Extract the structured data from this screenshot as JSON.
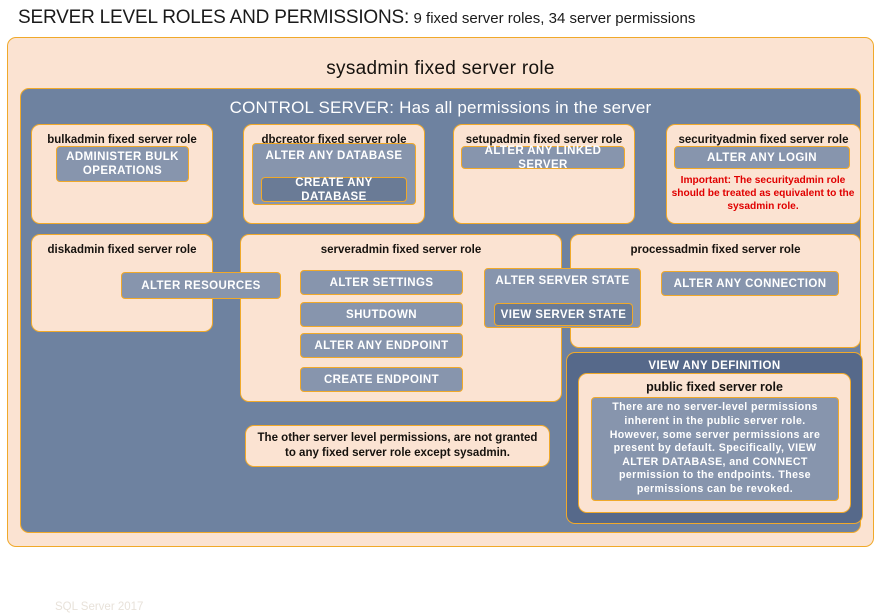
{
  "title": {
    "main": "SERVER LEVEL ROLES AND PERMISSIONS:",
    "sub": "9 fixed server roles, 34 server permissions"
  },
  "diagram": {
    "sysadmin_label": "sysadmin fixed server role",
    "control_server_label": "CONTROL SERVER: Has all permissions in the server",
    "sql_version": "SQL Server 2017",
    "other_permissions_note": "The other server level permissions, are not granted to any fixed server role except sysadmin.",
    "roles": {
      "bulkadmin": {
        "label": "bulkadmin fixed server role",
        "permissions": [
          "ADMINISTER  BULK OPERATIONS"
        ]
      },
      "dbcreator": {
        "label": "dbcreator fixed server role",
        "permission_outer": "ALTER ANY DATABASE",
        "permission_inner": "CREATE  ANY DATABASE"
      },
      "setupadmin": {
        "label": "setupadmin fixed server role",
        "permission": "ALTER ANY LINKED SERVER"
      },
      "securityadmin": {
        "label": "securityadmin fixed server role",
        "permission": "ALTER ANY LOGIN",
        "note": "Important: The securityadmin role should be treated as equivalent to the sysadmin role.",
        "note_color": "#e00000"
      },
      "diskadmin": {
        "label": "diskadmin fixed server role",
        "permission": "ALTER RESOURCES"
      },
      "serveradmin": {
        "label": "serveradmin fixed server role",
        "permissions": [
          "ALTER SETTINGS",
          "SHUTDOWN",
          "ALTER ANY ENDPOINT",
          "CREATE  ENDPOINT"
        ],
        "permission_outer": "ALTER SERVER STATE",
        "permission_inner": "VIEW SERVER STATE"
      },
      "processadmin": {
        "label": "processadmin fixed server role",
        "permission": "ALTER ANY CONNECTION"
      },
      "public": {
        "container_label": "VIEW ANY DEFINITION",
        "label": "public fixed server role",
        "note": "There are no server-level permissions inherent in the public server role. However, some server permissions are present by default. Specifically, VIEW ALTER DATABASE, and CONNECT permission to the endpoints. These permissions can be revoked."
      }
    }
  },
  "colors": {
    "cream_fill": "#fbe3d2",
    "gold_border": "#f0a92a",
    "blue_fill": "#6e82a0",
    "blue_dark_fill": "#56698a",
    "permission_fill": "#8795ad",
    "permission_inner_fill": "#6a7b96",
    "alert_text": "#e00000"
  }
}
